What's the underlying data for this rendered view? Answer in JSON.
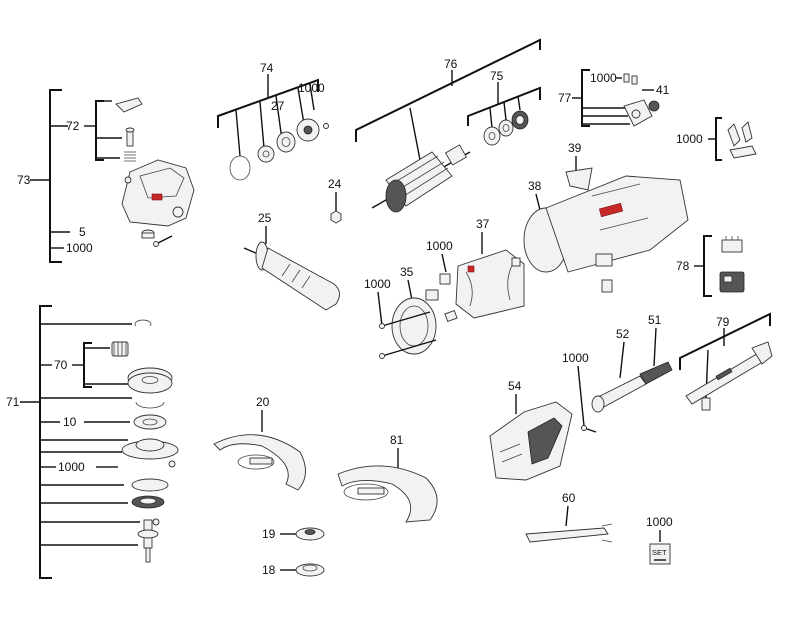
{
  "callouts": {
    "c73": "73",
    "c72": "72",
    "c5": "5",
    "c1000_housing": "1000",
    "c71": "71",
    "c70": "70",
    "c10": "10",
    "c1000_gearset": "1000",
    "c74": "74",
    "c27": "27",
    "c1000_bearing": "1000",
    "c76": "76",
    "c75": "75",
    "c24": "24",
    "c25": "25",
    "c1000_stator": "1000",
    "c37": "37",
    "c1000_brush": "1000",
    "c35": "35",
    "c77": "77",
    "c1000_switch": "1000",
    "c41": "41",
    "c39": "39",
    "c38": "38",
    "c1000_clip": "1000",
    "c78": "78",
    "c52": "52",
    "c51": "51",
    "c1000_screw": "1000",
    "c54": "54",
    "c79": "79",
    "c20": "20",
    "c81": "81",
    "c19": "19",
    "c18": "18",
    "c60": "60",
    "c1000_set": "1000",
    "set_text": "SET"
  },
  "colors": {
    "accent": "#c62828",
    "line": "#111111"
  }
}
